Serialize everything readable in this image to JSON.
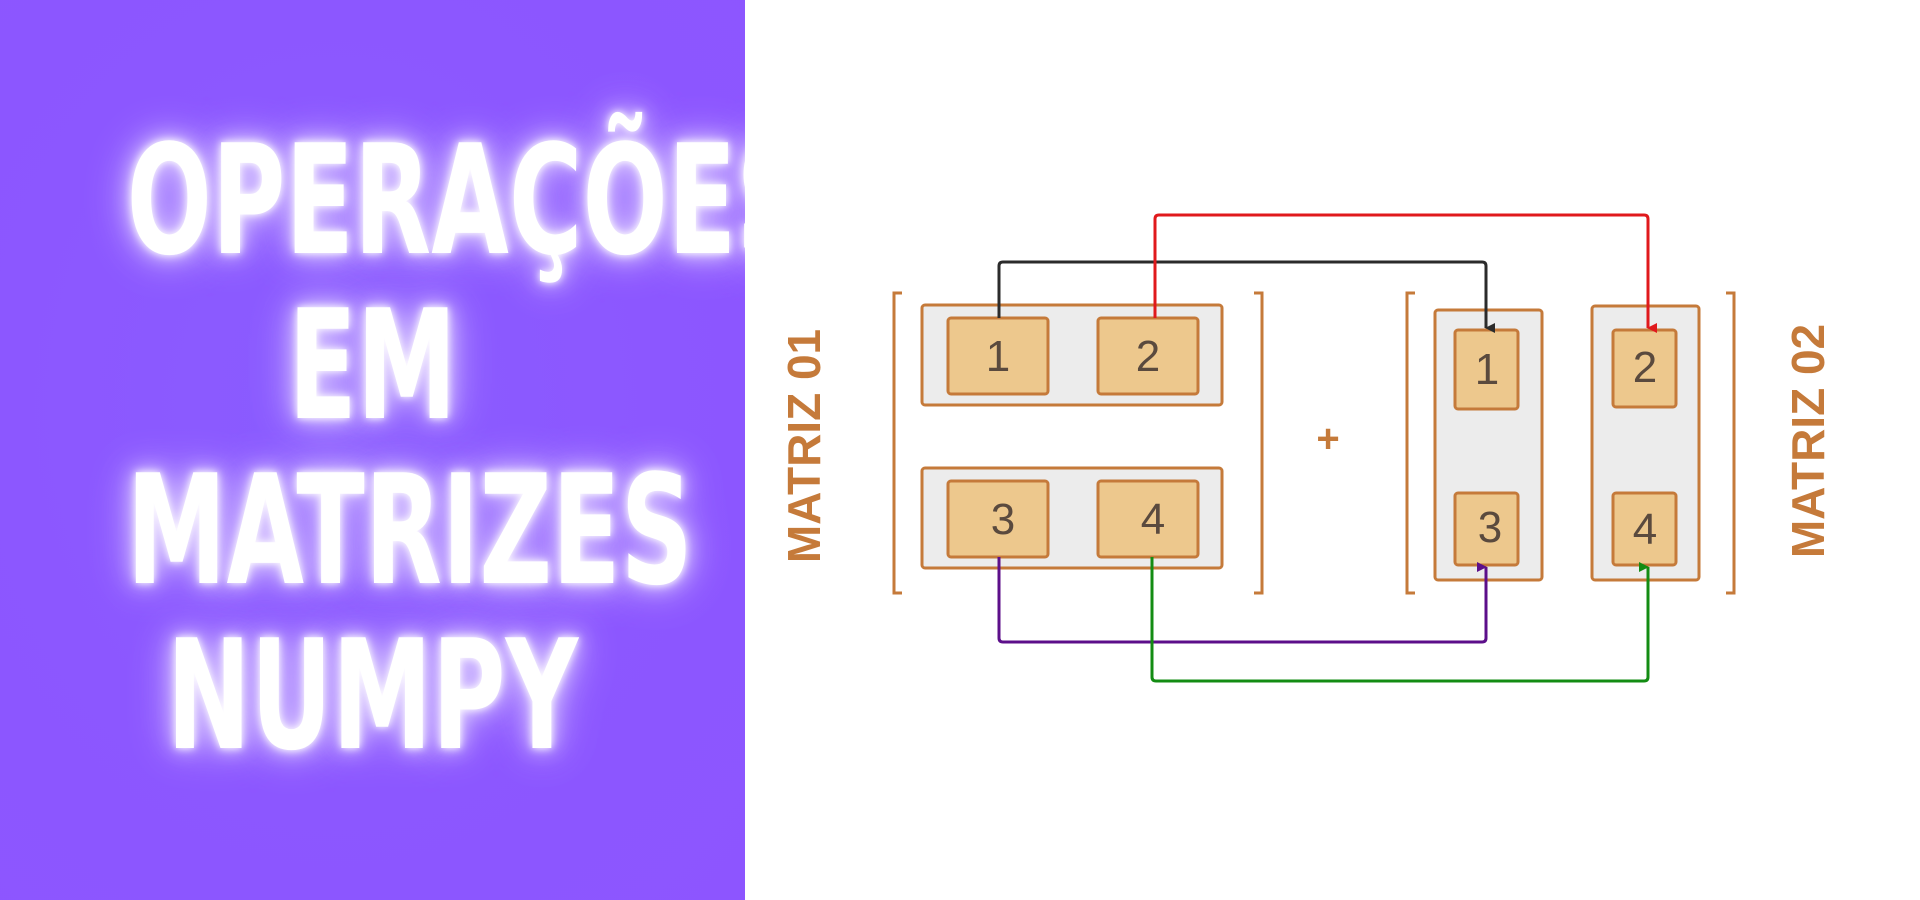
{
  "title": {
    "lines": [
      "OPERAÇÕES",
      "EM",
      "MATRIZES",
      "NUMPY"
    ]
  },
  "diagram": {
    "matrix1_label": "MATRIZ 01",
    "matrix2_label": "MATRIZ 02",
    "operator": "+",
    "matrix1_cells": [
      "1",
      "2",
      "3",
      "4"
    ],
    "matrix2_cells": [
      "1",
      "3",
      "2",
      "4"
    ]
  },
  "colors": {
    "left_background": "#8c57ff",
    "title_text": "#ffffff",
    "accent": "#c57a3a",
    "cell_fill": "#edc88d",
    "group_fill": "#ececec",
    "arrow_black": "#2b2b2b",
    "arrow_red": "#e0191c",
    "arrow_purple": "#5c0f8a",
    "arrow_green": "#138c13"
  }
}
